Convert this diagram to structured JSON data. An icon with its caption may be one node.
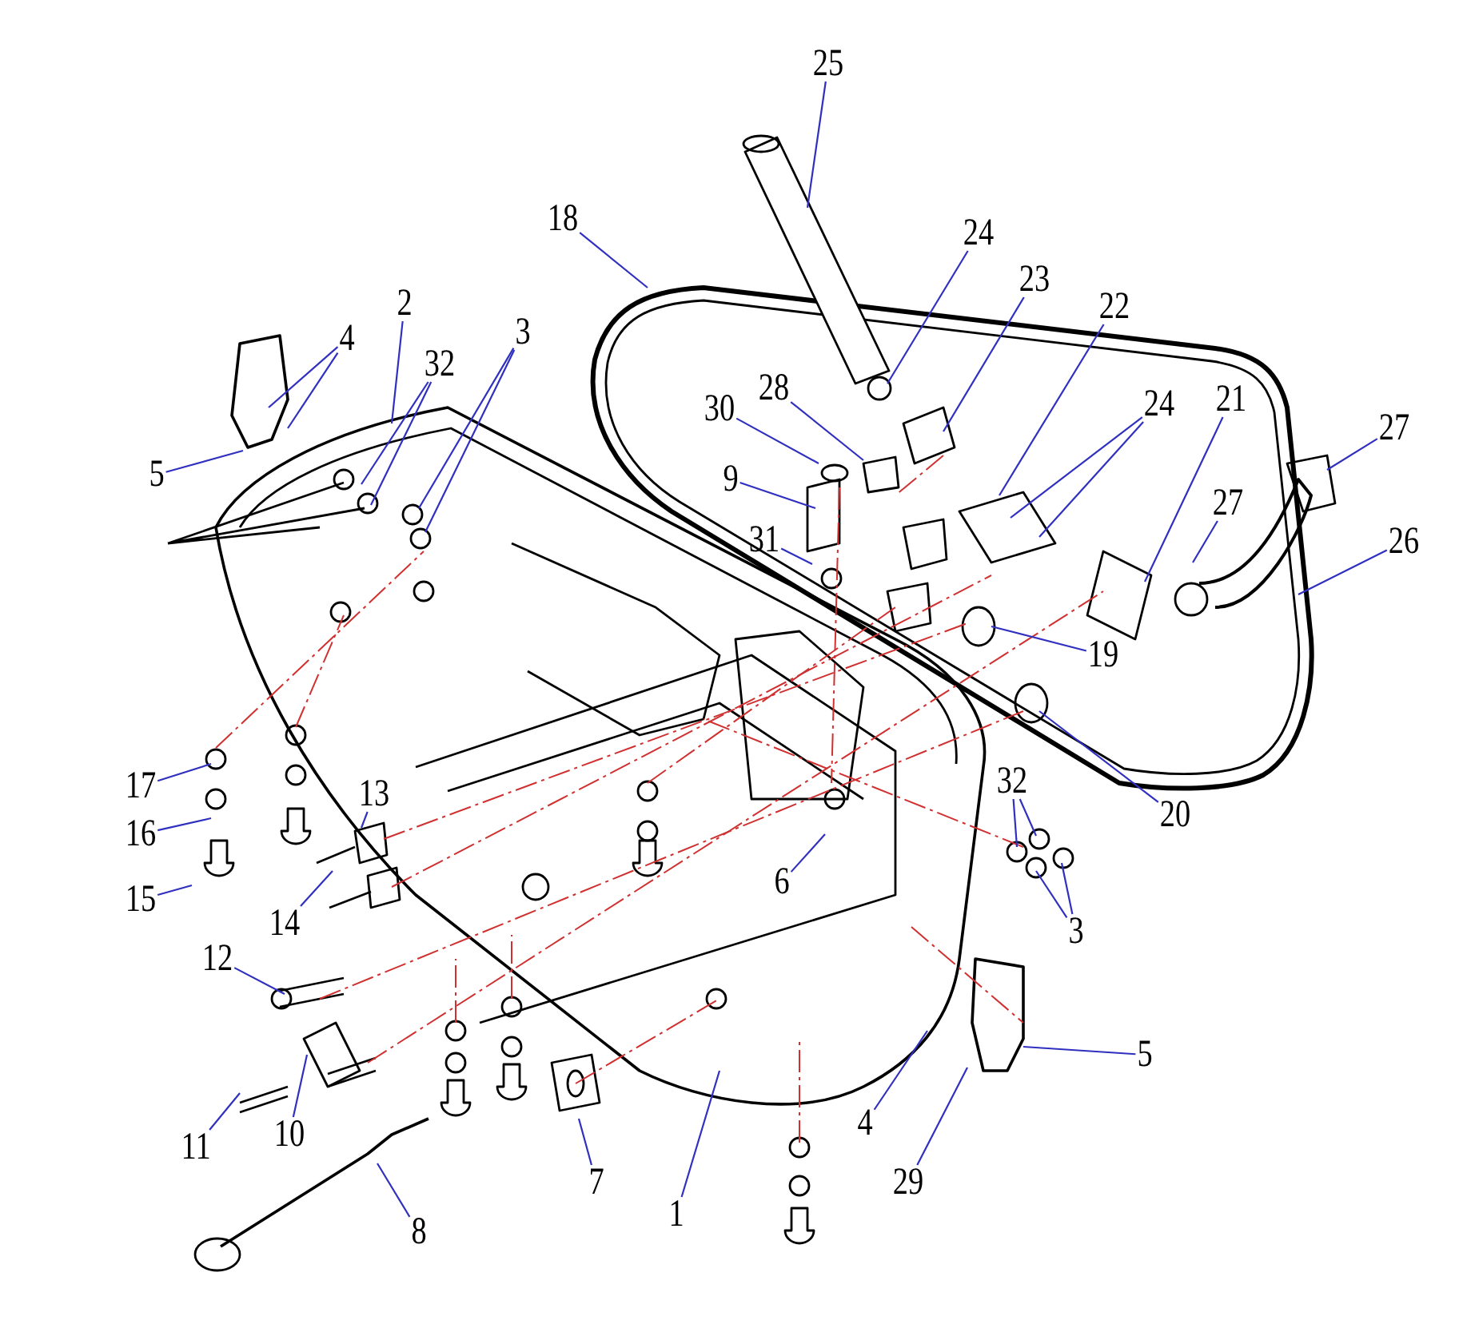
{
  "diagram": {
    "nodes": [
      {
        "text": [
          "25"
        ]
      },
      {
        "text": [
          "18"
        ]
      },
      {
        "text": [
          "24"
        ]
      },
      {
        "text": [
          "23"
        ]
      },
      {
        "text": [
          "2"
        ]
      },
      {
        "text": [
          "3"
        ]
      },
      {
        "text": [
          "4"
        ]
      },
      {
        "text": [
          "22"
        ]
      },
      {
        "text": [
          "32"
        ]
      },
      {
        "text": [
          "28"
        ]
      },
      {
        "text": [
          "21"
        ]
      },
      {
        "text": [
          "24"
        ]
      },
      {
        "text": [
          "30"
        ]
      },
      {
        "text": [
          "27"
        ]
      },
      {
        "text": [
          "5"
        ]
      },
      {
        "text": [
          "9"
        ]
      },
      {
        "text": [
          "27"
        ]
      },
      {
        "text": [
          "31"
        ]
      },
      {
        "text": [
          "26"
        ]
      },
      {
        "text": [
          "19"
        ]
      },
      {
        "text": [
          "32"
        ]
      },
      {
        "text": [
          "17"
        ]
      },
      {
        "text": [
          "13"
        ]
      },
      {
        "text": [
          "20"
        ]
      },
      {
        "text": [
          "16"
        ]
      },
      {
        "text": [
          "6"
        ]
      },
      {
        "text": [
          "15"
        ]
      },
      {
        "text": [
          "14"
        ]
      },
      {
        "text": [
          "3"
        ]
      },
      {
        "text": [
          "12"
        ]
      },
      {
        "text": [
          "5"
        ]
      },
      {
        "text": [
          "4"
        ]
      },
      {
        "text": [
          "10"
        ]
      },
      {
        "text": [
          "11"
        ]
      },
      {
        "text": [
          "7"
        ]
      },
      {
        "text": [
          "29"
        ]
      },
      {
        "text": [
          "1"
        ]
      },
      {
        "text": [
          "8"
        ]
      }
    ],
    "edges": [
      {
        "from": 0,
        "to": null,
        "arrow": "none"
      },
      {
        "from": 1,
        "to": null,
        "arrow": "none"
      },
      {
        "from": 2,
        "to": null,
        "arrow": "none"
      },
      {
        "from": 3,
        "to": null,
        "arrow": "none"
      },
      {
        "from": 4,
        "to": null,
        "arrow": "none"
      },
      {
        "from": 5,
        "to": null,
        "arrow": "none"
      },
      {
        "from": 5,
        "to": null,
        "arrow": "none"
      },
      {
        "from": 6,
        "to": null,
        "arrow": "none"
      },
      {
        "from": 6,
        "to": null,
        "arrow": "none"
      },
      {
        "from": 7,
        "to": null,
        "arrow": "none"
      },
      {
        "from": 8,
        "to": null,
        "arrow": "none"
      },
      {
        "from": 8,
        "to": null,
        "arrow": "none"
      },
      {
        "from": 9,
        "to": null,
        "arrow": "none"
      },
      {
        "from": 10,
        "to": null,
        "arrow": "none"
      },
      {
        "from": 11,
        "to": null,
        "arrow": "none"
      },
      {
        "from": 11,
        "to": null,
        "arrow": "none"
      },
      {
        "from": 12,
        "to": null,
        "arrow": "none"
      },
      {
        "from": 13,
        "to": null,
        "arrow": "none"
      },
      {
        "from": 14,
        "to": null,
        "arrow": "none"
      },
      {
        "from": 15,
        "to": null,
        "arrow": "none"
      },
      {
        "from": 16,
        "to": null,
        "arrow": "none"
      },
      {
        "from": 17,
        "to": null,
        "arrow": "none"
      },
      {
        "from": 18,
        "to": null,
        "arrow": "none"
      },
      {
        "from": 19,
        "to": null,
        "arrow": "none"
      },
      {
        "from": 20,
        "to": null,
        "arrow": "none"
      },
      {
        "from": 20,
        "to": null,
        "arrow": "none"
      },
      {
        "from": 21,
        "to": null,
        "arrow": "none"
      },
      {
        "from": 22,
        "to": null,
        "arrow": "none"
      },
      {
        "from": 23,
        "to": null,
        "arrow": "none"
      },
      {
        "from": 24,
        "to": null,
        "arrow": "none"
      },
      {
        "from": 25,
        "to": null,
        "arrow": "none"
      },
      {
        "from": 26,
        "to": null,
        "arrow": "none"
      },
      {
        "from": 27,
        "to": null,
        "arrow": "none"
      },
      {
        "from": 28,
        "to": null,
        "arrow": "none"
      },
      {
        "from": 28,
        "to": null,
        "arrow": "none"
      },
      {
        "from": 29,
        "to": null,
        "arrow": "none"
      },
      {
        "from": 30,
        "to": null,
        "arrow": "none"
      },
      {
        "from": 31,
        "to": null,
        "arrow": "none"
      },
      {
        "from": 32,
        "to": null,
        "arrow": "none"
      },
      {
        "from": 33,
        "to": null,
        "arrow": "none"
      },
      {
        "from": 34,
        "to": null,
        "arrow": "none"
      },
      {
        "from": 35,
        "to": null,
        "arrow": "none"
      },
      {
        "from": 36,
        "to": null,
        "arrow": "none"
      },
      {
        "from": 37,
        "to": null,
        "arrow": "none"
      }
    ]
  }
}
